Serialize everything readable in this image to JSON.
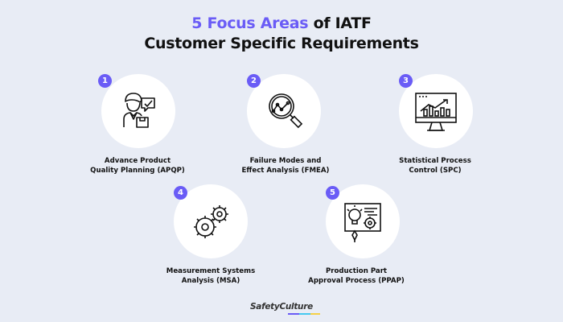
{
  "title": {
    "accent": "5 Focus Areas",
    "rest_line1": " of IATF",
    "line2": "Customer Specific Requirements",
    "accent_color": "#6a5cf6"
  },
  "areas": [
    {
      "number": "1",
      "icon": "quality-planning-person-icon",
      "line1": "Advance Product",
      "line2": "Quality Planning (APQP)"
    },
    {
      "number": "2",
      "icon": "magnifier-chart-icon",
      "line1": "Failure Modes and",
      "line2": "Effect Analysis (FMEA)"
    },
    {
      "number": "3",
      "icon": "monitor-chart-icon",
      "line1": "Statistical Process",
      "line2": "Control (SPC)"
    },
    {
      "number": "4",
      "icon": "gears-icon",
      "line1": "Measurement Systems",
      "line2": "Analysis (MSA)"
    },
    {
      "number": "5",
      "icon": "lightbulb-gear-board-icon",
      "line1": "Production Part",
      "line2": "Approval Process (PPAP)"
    }
  ],
  "footer": {
    "logo": "SafetyCulture"
  }
}
